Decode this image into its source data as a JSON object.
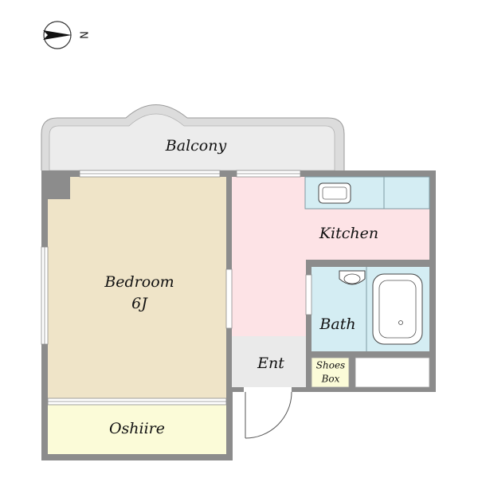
{
  "compass": {
    "direction": "N"
  },
  "rooms": {
    "balcony": "Balcony",
    "bedroom": "Bedroom",
    "bedroom_size": "6J",
    "kitchen": "Kitchen",
    "bath": "Bath",
    "entrance": "Ent",
    "shoes_box_line1": "Shoes",
    "shoes_box_line2": "Box",
    "oshiire": "Oshiire"
  },
  "colors": {
    "wall": "#8c8c8c",
    "balcony": "#ececec",
    "bedroom": "#efe4c8",
    "kitchen": "#fde3e6",
    "bath": "#d4edf3",
    "entrance": "#eaeaea",
    "oshiire": "#fbfbd8",
    "shoes_box": "#fbfbd8"
  }
}
